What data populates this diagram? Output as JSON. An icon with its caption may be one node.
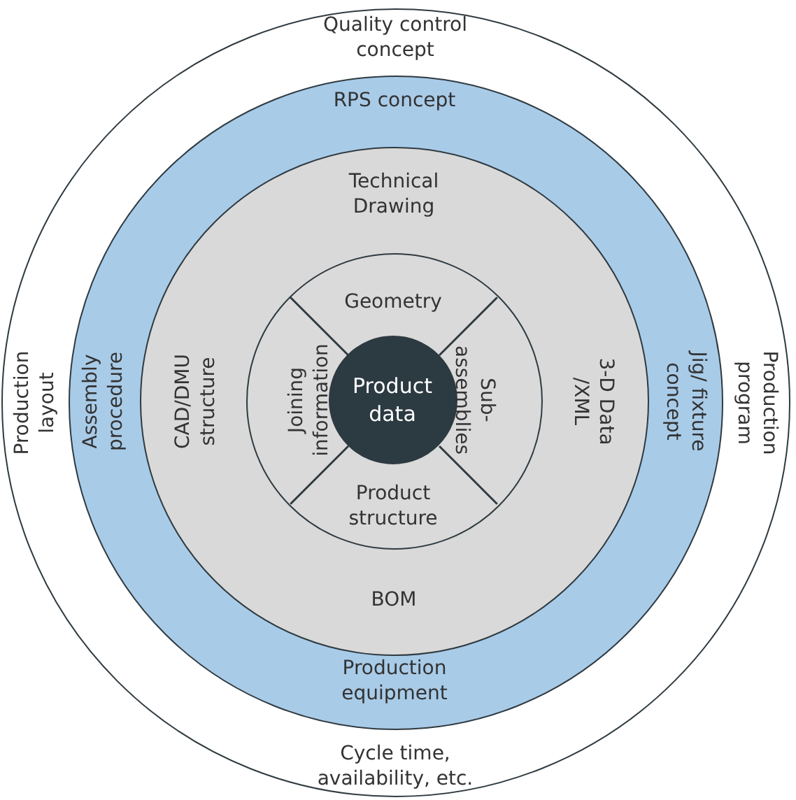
{
  "diagram": {
    "nodes": [
      {
        "text": [
          "Quality control concept",
          "Production layout",
          "Production program",
          "Cycle time, availability, etc."
        ]
      },
      {
        "text": [
          "RPS concept",
          "Assembly procedure",
          "Jig/ fixture concept",
          "Production equipment"
        ],
        "in": 0
      },
      {
        "text": [
          "Technical Drawing",
          "CAD/DMU structure",
          "3-D Data /XML",
          "BOM"
        ],
        "in": 1
      },
      {
        "text": [
          "Geometry",
          "Joining information",
          "Sub- assemblies",
          "Product structure"
        ],
        "in": 2
      },
      {
        "text": [
          "Product data"
        ],
        "in": 3
      }
    ]
  }
}
